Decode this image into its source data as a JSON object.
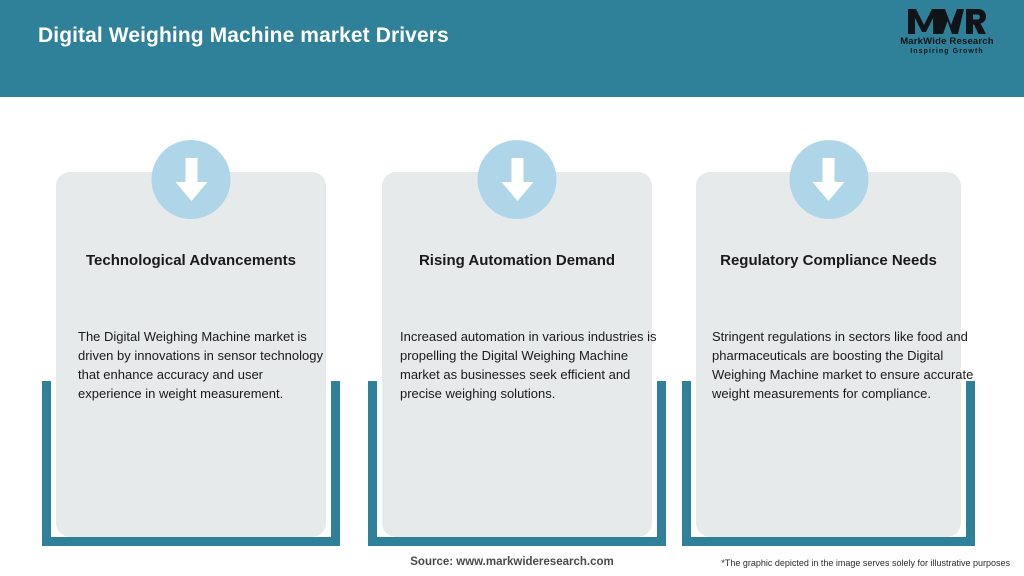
{
  "header": {
    "title": "Digital Weighing Machine market Drivers",
    "background_color": "#2f8099",
    "title_color": "#ffffff"
  },
  "logo": {
    "mark": "MWR",
    "name": "MarkWide Research",
    "tagline": "Inspiring Growth"
  },
  "theme": {
    "accent": "#2f8099",
    "panel": "#e6eaea",
    "icon_circle": "#aed6e8",
    "arrow": "#ffffff",
    "text": "#1a1a1a"
  },
  "cards": [
    {
      "icon": "down-arrow-icon",
      "title": "Technological Advancements",
      "body": "The Digital Weighing Machine market is driven by innovations in sensor technology that enhance accuracy and user experience in weight measurement."
    },
    {
      "icon": "down-arrow-icon",
      "title": "Rising Automation Demand",
      "body": "Increased automation in various industries is propelling the Digital Weighing Machine market as businesses seek efficient and precise weighing solutions."
    },
    {
      "icon": "down-arrow-icon",
      "title": "Regulatory Compliance Needs",
      "body": "Stringent regulations in sectors like food and pharmaceuticals are boosting the Digital Weighing Machine market to ensure accurate weight measurements for compliance."
    }
  ],
  "footer": {
    "source": "Source: www.markwideresearch.com",
    "disclaimer": "*The graphic depicted in the image serves solely for illustrative purposes"
  }
}
